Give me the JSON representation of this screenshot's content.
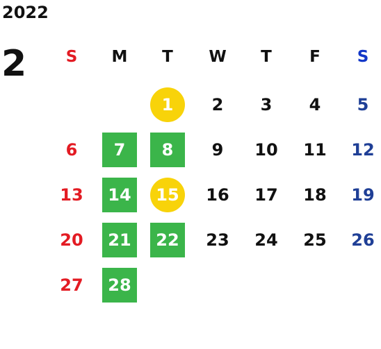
{
  "year": "2022",
  "month": "2",
  "weekdays": [
    "S",
    "M",
    "T",
    "W",
    "T",
    "F",
    "S"
  ],
  "colors": {
    "sunday": "#e31b23",
    "saturday": "#1f3f96",
    "weekday": "#111111",
    "green_marker": "#3bb54a",
    "yellow_marker": "#f8d30a"
  },
  "weeks": [
    [
      null,
      null,
      {
        "d": "1",
        "mark": "yellow"
      },
      {
        "d": "2"
      },
      {
        "d": "3"
      },
      {
        "d": "4"
      },
      {
        "d": "5"
      }
    ],
    [
      {
        "d": "6"
      },
      {
        "d": "7",
        "mark": "green"
      },
      {
        "d": "8",
        "mark": "green"
      },
      {
        "d": "9"
      },
      {
        "d": "10"
      },
      {
        "d": "11"
      },
      {
        "d": "12"
      }
    ],
    [
      {
        "d": "13"
      },
      {
        "d": "14",
        "mark": "green"
      },
      {
        "d": "15",
        "mark": "yellow"
      },
      {
        "d": "16"
      },
      {
        "d": "17"
      },
      {
        "d": "18"
      },
      {
        "d": "19"
      }
    ],
    [
      {
        "d": "20"
      },
      {
        "d": "21",
        "mark": "green"
      },
      {
        "d": "22",
        "mark": "green"
      },
      {
        "d": "23"
      },
      {
        "d": "24"
      },
      {
        "d": "25"
      },
      {
        "d": "26"
      }
    ],
    [
      {
        "d": "27"
      },
      {
        "d": "28",
        "mark": "green"
      },
      null,
      null,
      null,
      null,
      null
    ]
  ]
}
